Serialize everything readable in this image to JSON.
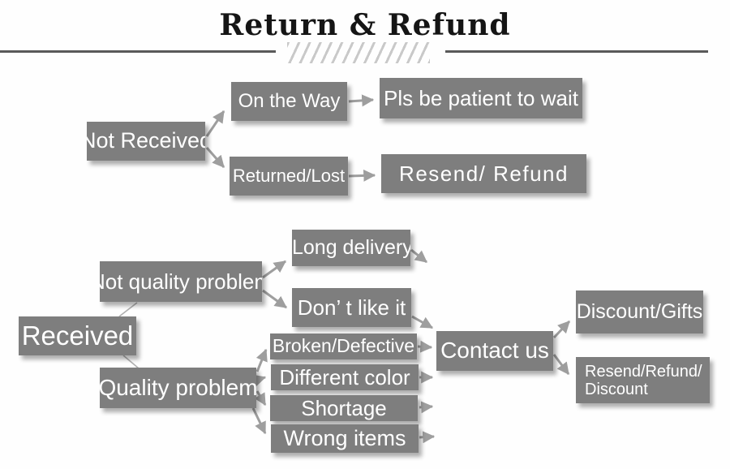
{
  "header": {
    "title": "Return & Refund"
  },
  "colors": {
    "box": "#7e7e7e",
    "boxText": "#ffffff",
    "arrow": "#9e9e9e",
    "connector": "#b0b0b0",
    "title": "#151515",
    "divider": "#5a5a5a",
    "hatch": "#c9c9c9",
    "background": "#fefefe"
  },
  "nodes": {
    "not_received": {
      "label": "Not Received"
    },
    "on_the_way": {
      "label": "On the Way"
    },
    "pls_wait": {
      "label": "Pls be patient to wait"
    },
    "returned_lost": {
      "label": "Returned/Lost"
    },
    "resend_refund": {
      "label": "Resend/ Refund"
    },
    "received": {
      "label": "Received"
    },
    "not_quality": {
      "label": "Not quality problem"
    },
    "quality": {
      "label": "Quality problem"
    },
    "long_delivery": {
      "label": "Long delivery"
    },
    "dont_like": {
      "label": "Don’ t like it"
    },
    "broken": {
      "label": "Broken/Defective"
    },
    "different_color": {
      "label": "Different color"
    },
    "shortage": {
      "label": "Shortage"
    },
    "wrong_items": {
      "label": "Wrong items"
    },
    "contact_us": {
      "label": "Contact us"
    },
    "discount_gifts": {
      "label": "Discount/Gifts"
    },
    "resend_refund_discount": {
      "line1": "Resend/Refund/",
      "line2": "Discount"
    }
  },
  "edges": [
    {
      "from": "not-received",
      "to": "on-the-way",
      "style": "arrow"
    },
    {
      "from": "not-received",
      "to": "returned-lost",
      "style": "arrow"
    },
    {
      "from": "on-the-way",
      "to": "pls-be-patient-to-wait",
      "style": "arrow"
    },
    {
      "from": "returned-lost",
      "to": "resend-refund",
      "style": "arrow"
    },
    {
      "from": "received",
      "to": "not-quality-problem",
      "style": "line"
    },
    {
      "from": "received",
      "to": "quality-problem",
      "style": "line"
    },
    {
      "from": "not-quality-problem",
      "to": "long-delivery",
      "style": "arrow"
    },
    {
      "from": "not-quality-problem",
      "to": "dont-like-it",
      "style": "arrow"
    },
    {
      "from": "long-delivery",
      "to": "",
      "style": "arrow"
    },
    {
      "from": "dont-like-it",
      "to": "contact-us",
      "style": "arrow"
    },
    {
      "from": "quality-problem",
      "to": "broken-defective",
      "style": "arrow"
    },
    {
      "from": "quality-problem",
      "to": "different-color",
      "style": "arrow"
    },
    {
      "from": "quality-problem",
      "to": "shortage",
      "style": "arrow"
    },
    {
      "from": "quality-problem",
      "to": "wrong-items",
      "style": "arrow"
    },
    {
      "from": "broken-defective",
      "to": "contact-us",
      "style": "arrow"
    },
    {
      "from": "different-color",
      "to": "",
      "style": "arrow"
    },
    {
      "from": "shortage",
      "to": "",
      "style": "arrow"
    },
    {
      "from": "wrong-items",
      "to": "",
      "style": "arrow"
    },
    {
      "from": "contact-us",
      "to": "discount-gifts",
      "style": "arrow"
    },
    {
      "from": "contact-us",
      "to": "resend-refund-discount",
      "style": "arrow"
    }
  ]
}
